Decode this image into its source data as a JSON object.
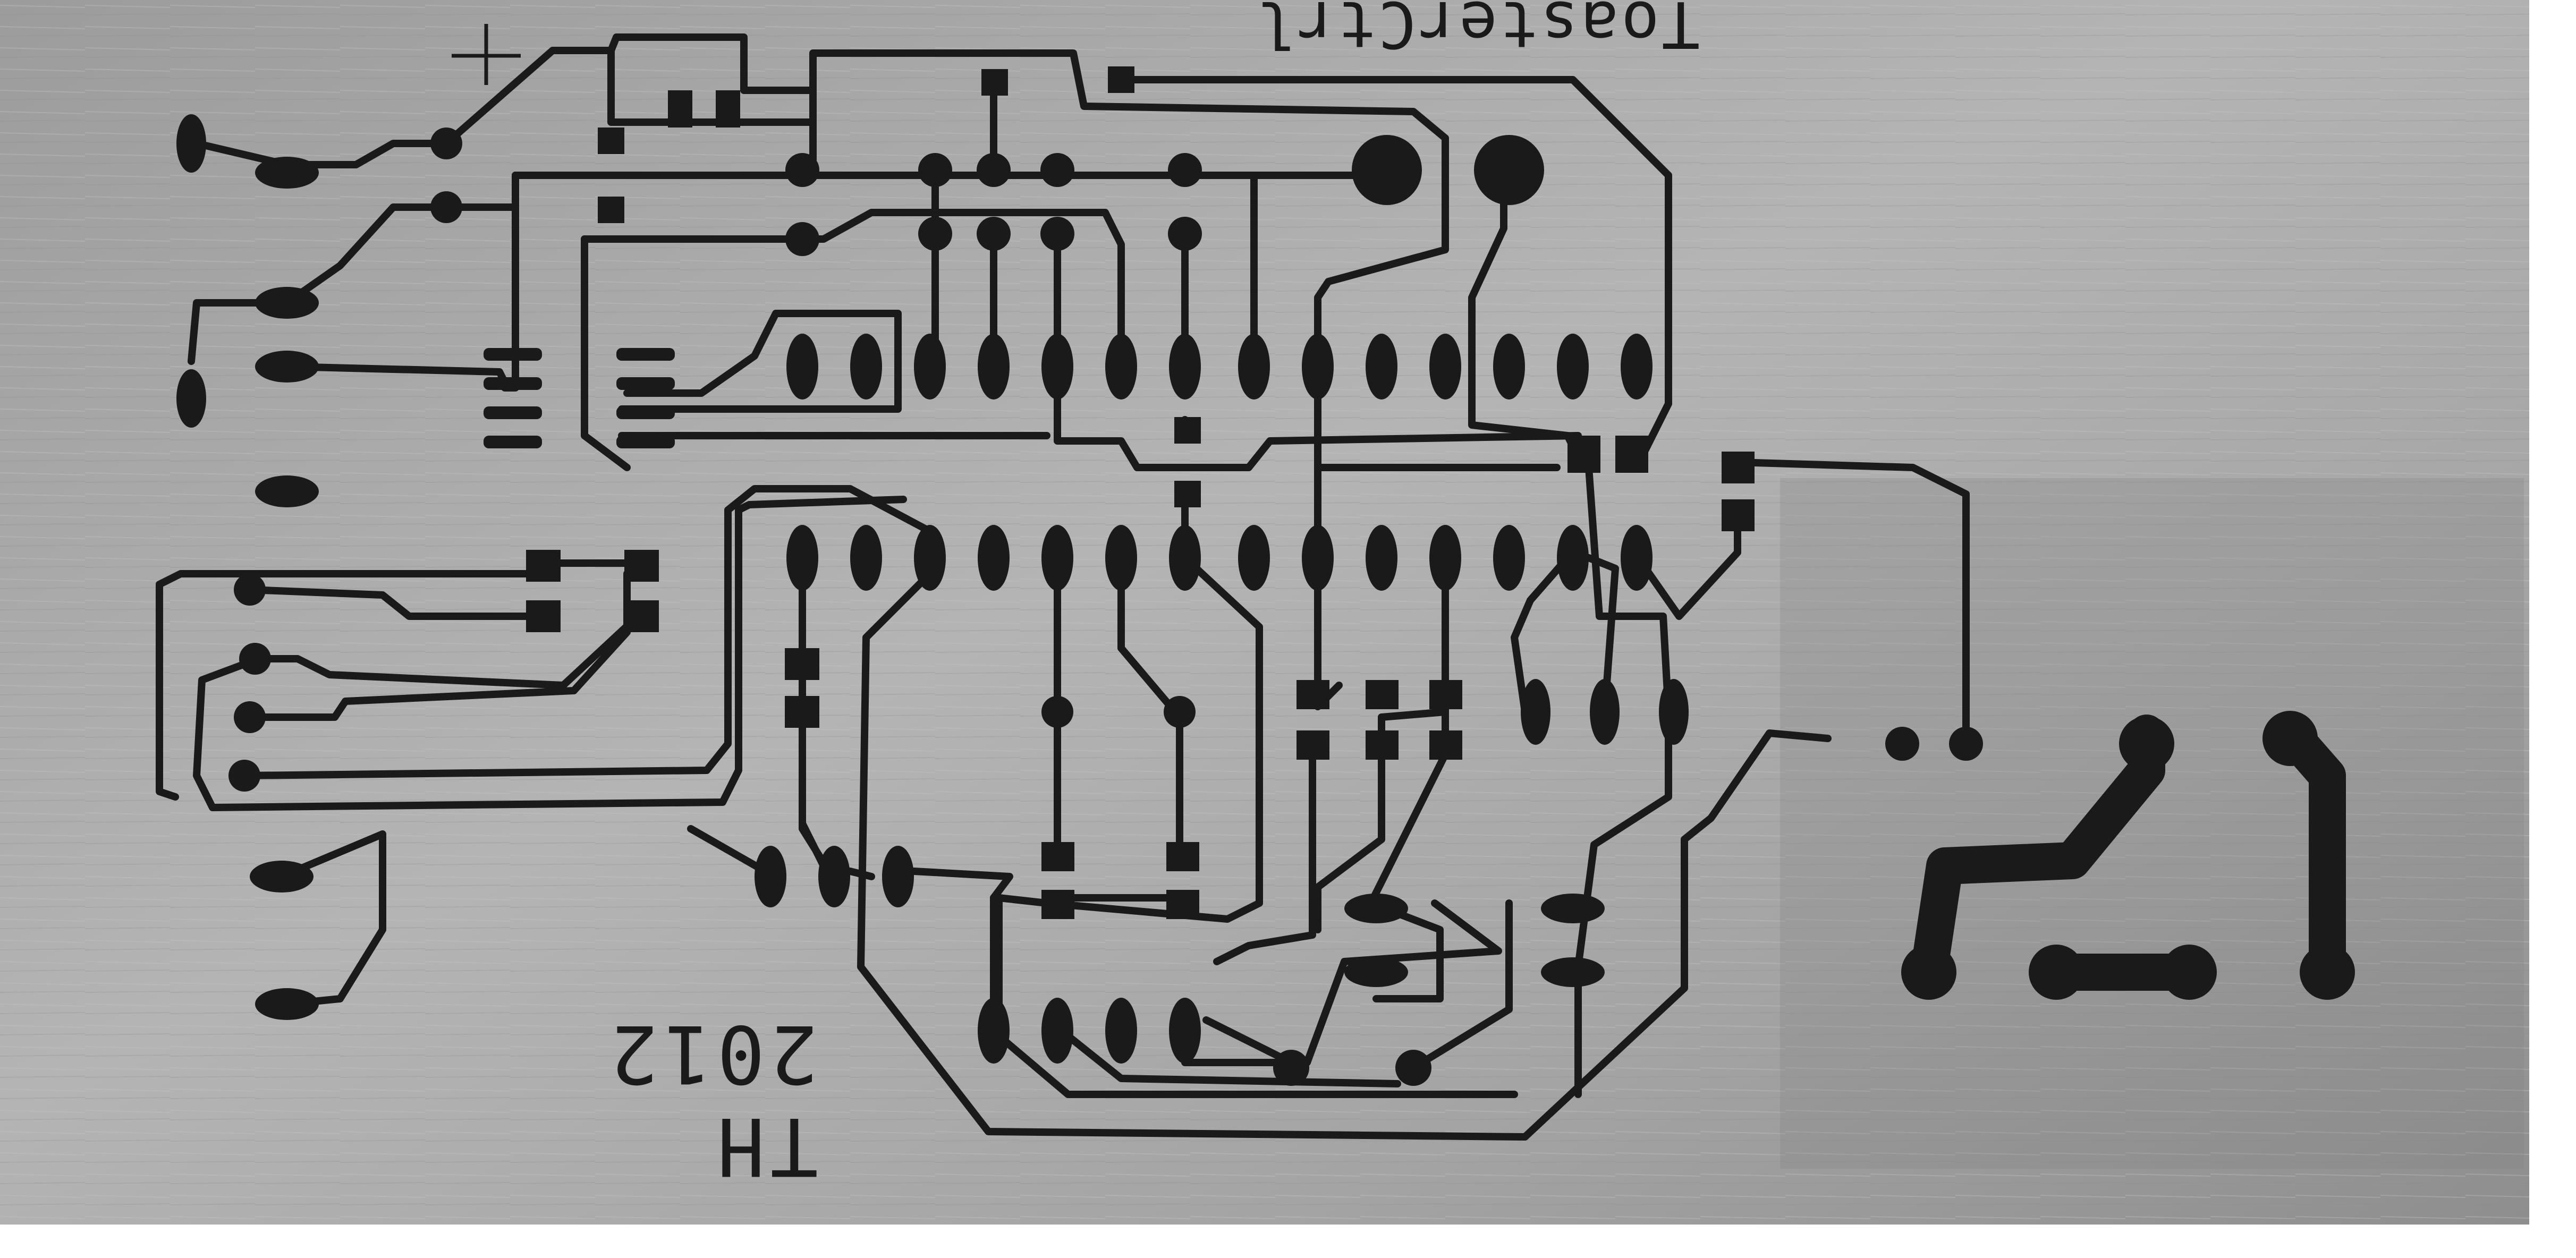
{
  "photo": {
    "subject": "etched printed circuit board",
    "label_top": "ToasterCtrl",
    "label_bottom": "TH 2012",
    "plus_mark": "+",
    "colors": {
      "background": "#ffffff",
      "board": "#a8a8a8",
      "copper": "#1a1a1a"
    }
  }
}
